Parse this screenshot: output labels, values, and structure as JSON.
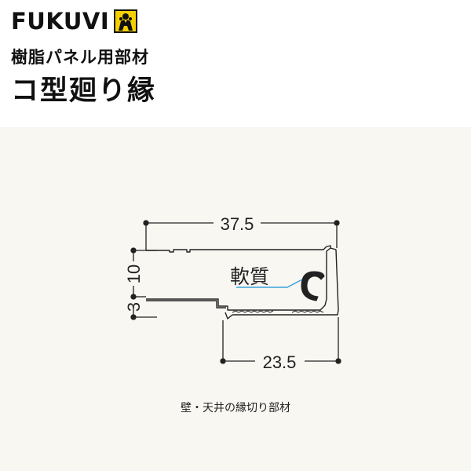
{
  "brand": {
    "name": "FUKUVI",
    "logo_icon": "fukuvi-figure-logo-icon"
  },
  "category": "樹脂パネル用部材",
  "product_name": "コ型廻り縁",
  "diagram": {
    "dimensions": {
      "top_width": "37.5",
      "bottom_width": "23.5",
      "height_upper": "10",
      "height_lower": "3"
    },
    "material_label": "軟質"
  },
  "caption": "壁・天井の縁切り部材",
  "colors": {
    "background": "#f9f7f2",
    "header": "#ffffff",
    "text": "#111111",
    "logo_yellow": "#f5d000",
    "leader_line": "#3aa0d8"
  }
}
